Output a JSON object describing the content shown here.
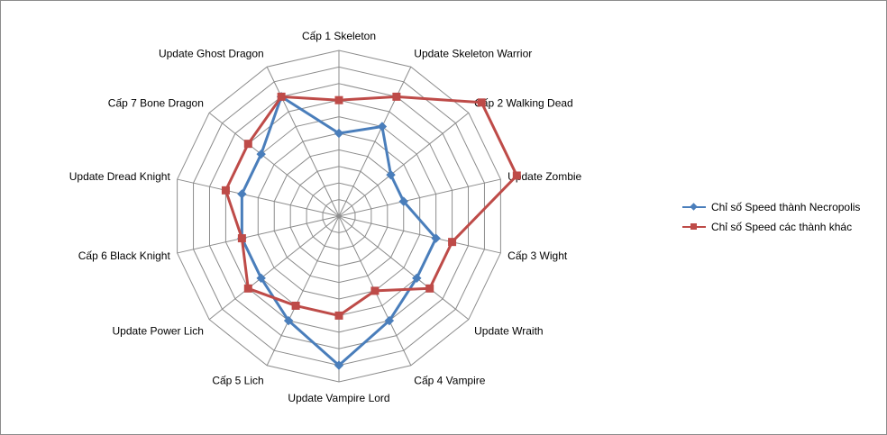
{
  "chart_data": {
    "type": "radar",
    "categories": [
      "Cấp 1 Skeleton",
      "Update Skeleton Warrior",
      "Cấp 2 Walking Dead",
      "Update Zombie",
      "Cấp 3 Wight",
      "Update Wraith",
      "Cấp 4 Vampire",
      "Update Vampire Lord",
      "Cấp 5 Lich",
      "Update Power Lich",
      "Cấp 6 Black Knight",
      "Update Dread Knight",
      "Cấp 7 Bone Dragon",
      "Update Ghost Dragon"
    ],
    "series": [
      {
        "name": "Chỉ số Speed thành Necropolis",
        "color": "#4a7ebb",
        "marker": "diamond",
        "values": [
          5,
          6,
          4,
          4,
          6,
          6,
          7,
          9,
          7,
          6,
          6,
          6,
          6,
          8
        ]
      },
      {
        "name": "Chỉ số Speed các thành khác",
        "color": "#be4b48",
        "marker": "square",
        "values": [
          7,
          8,
          11,
          11,
          7,
          7,
          5,
          6,
          6,
          7,
          6,
          7,
          7,
          8
        ]
      }
    ],
    "rmax": 10,
    "grid_rings": 10,
    "legend": "right",
    "title": ""
  }
}
